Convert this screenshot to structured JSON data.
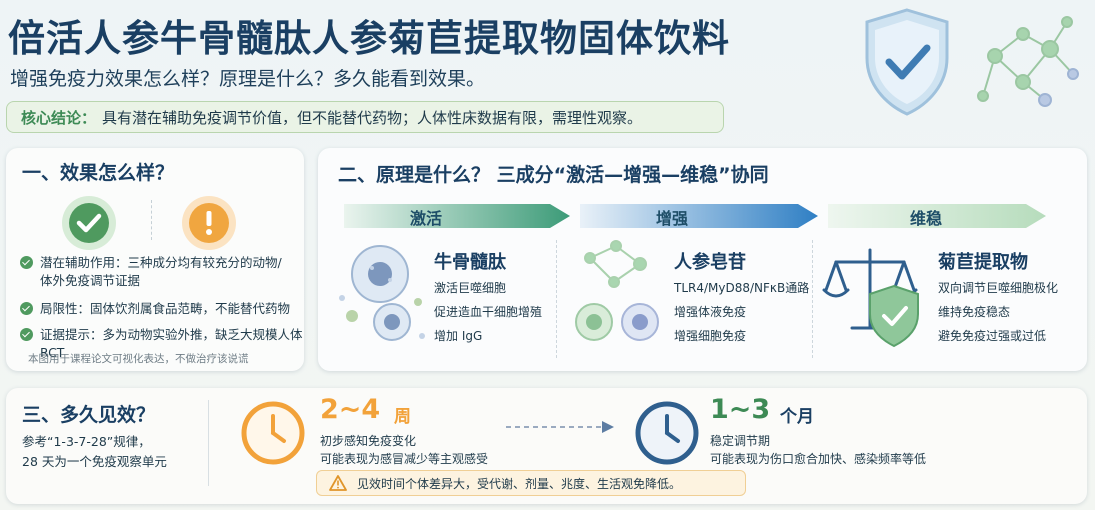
{
  "header": {
    "title": "倍活人参牛骨髓肽人参菊苣提取物固体饮料",
    "subtitle": "增强免疫力效果怎么样？原理是什么？多久能看到效果。"
  },
  "conclusion": {
    "label": "核心结论：",
    "text": "具有潜在辅助免疫调节价值，但不能替代药物；人体性床数据有限，需理性观察。"
  },
  "section1": {
    "title": "一、效果怎么样？",
    "bullets": [
      {
        "text": "潜在辅助作用：三种成分均有较充分的动物/体外免疫调节证据"
      },
      {
        "text": "局限性：固体饮剂属食品范畴，不能替代药物"
      },
      {
        "text": "证据提示：多为动物实验外推，缺乏大规模人体 RCT"
      }
    ],
    "note": "本图用于课程论文可视化表达，不做治疗该说谎"
  },
  "section2": {
    "title": "二、原理是什么？ 三成分“激活—增强—维稳”协同",
    "stages": [
      "激活",
      "增强",
      "维稳"
    ],
    "columns": [
      {
        "name": "牛骨髓肽",
        "lines": [
          "激活巨噬细胞",
          "促进造血干细胞增殖",
          "增加 IgG"
        ]
      },
      {
        "name": "人参皂苷",
        "lines": [
          "TLR4/MyD88/NFκB通路",
          "增强体液免疫",
          "增强细胞免疫"
        ]
      },
      {
        "name": "菊苣提取物",
        "lines": [
          "双向调节巨噬细胞极化",
          "维持免疫稳态",
          "避免免疫过强或过低"
        ]
      }
    ]
  },
  "section3": {
    "title": "三、多久见效？",
    "ref_line1": "参考“1-3-7-28”规律，",
    "ref_line2": "28 天为一个免疫观察单元",
    "stage1": {
      "value": "2~4",
      "unit": "周",
      "line1": "初步感知免疫变化",
      "line2": "可能表现为感冒减少等主观感受"
    },
    "stage2": {
      "value": "1~3",
      "unit": "个月",
      "line1": "稳定调节期",
      "line2": "可能表现为伤口愈合加快、感染频率等低"
    },
    "warning": "见效时间个体差异大，受代谢、剂量、兆度、生活观免降低。"
  },
  "colors": {
    "navy": "#1a3f63",
    "green": "#4f9a5f",
    "orange": "#f0a640",
    "clock_orange": "#f2a23a",
    "clock_blue": "#2f5f8e"
  },
  "icons": [
    "shield-check-icon",
    "molecule-icon",
    "check-circle-icon",
    "exclamation-circle-icon",
    "cell-icon",
    "balance-scale-icon",
    "clock-icon",
    "warning-icon"
  ]
}
